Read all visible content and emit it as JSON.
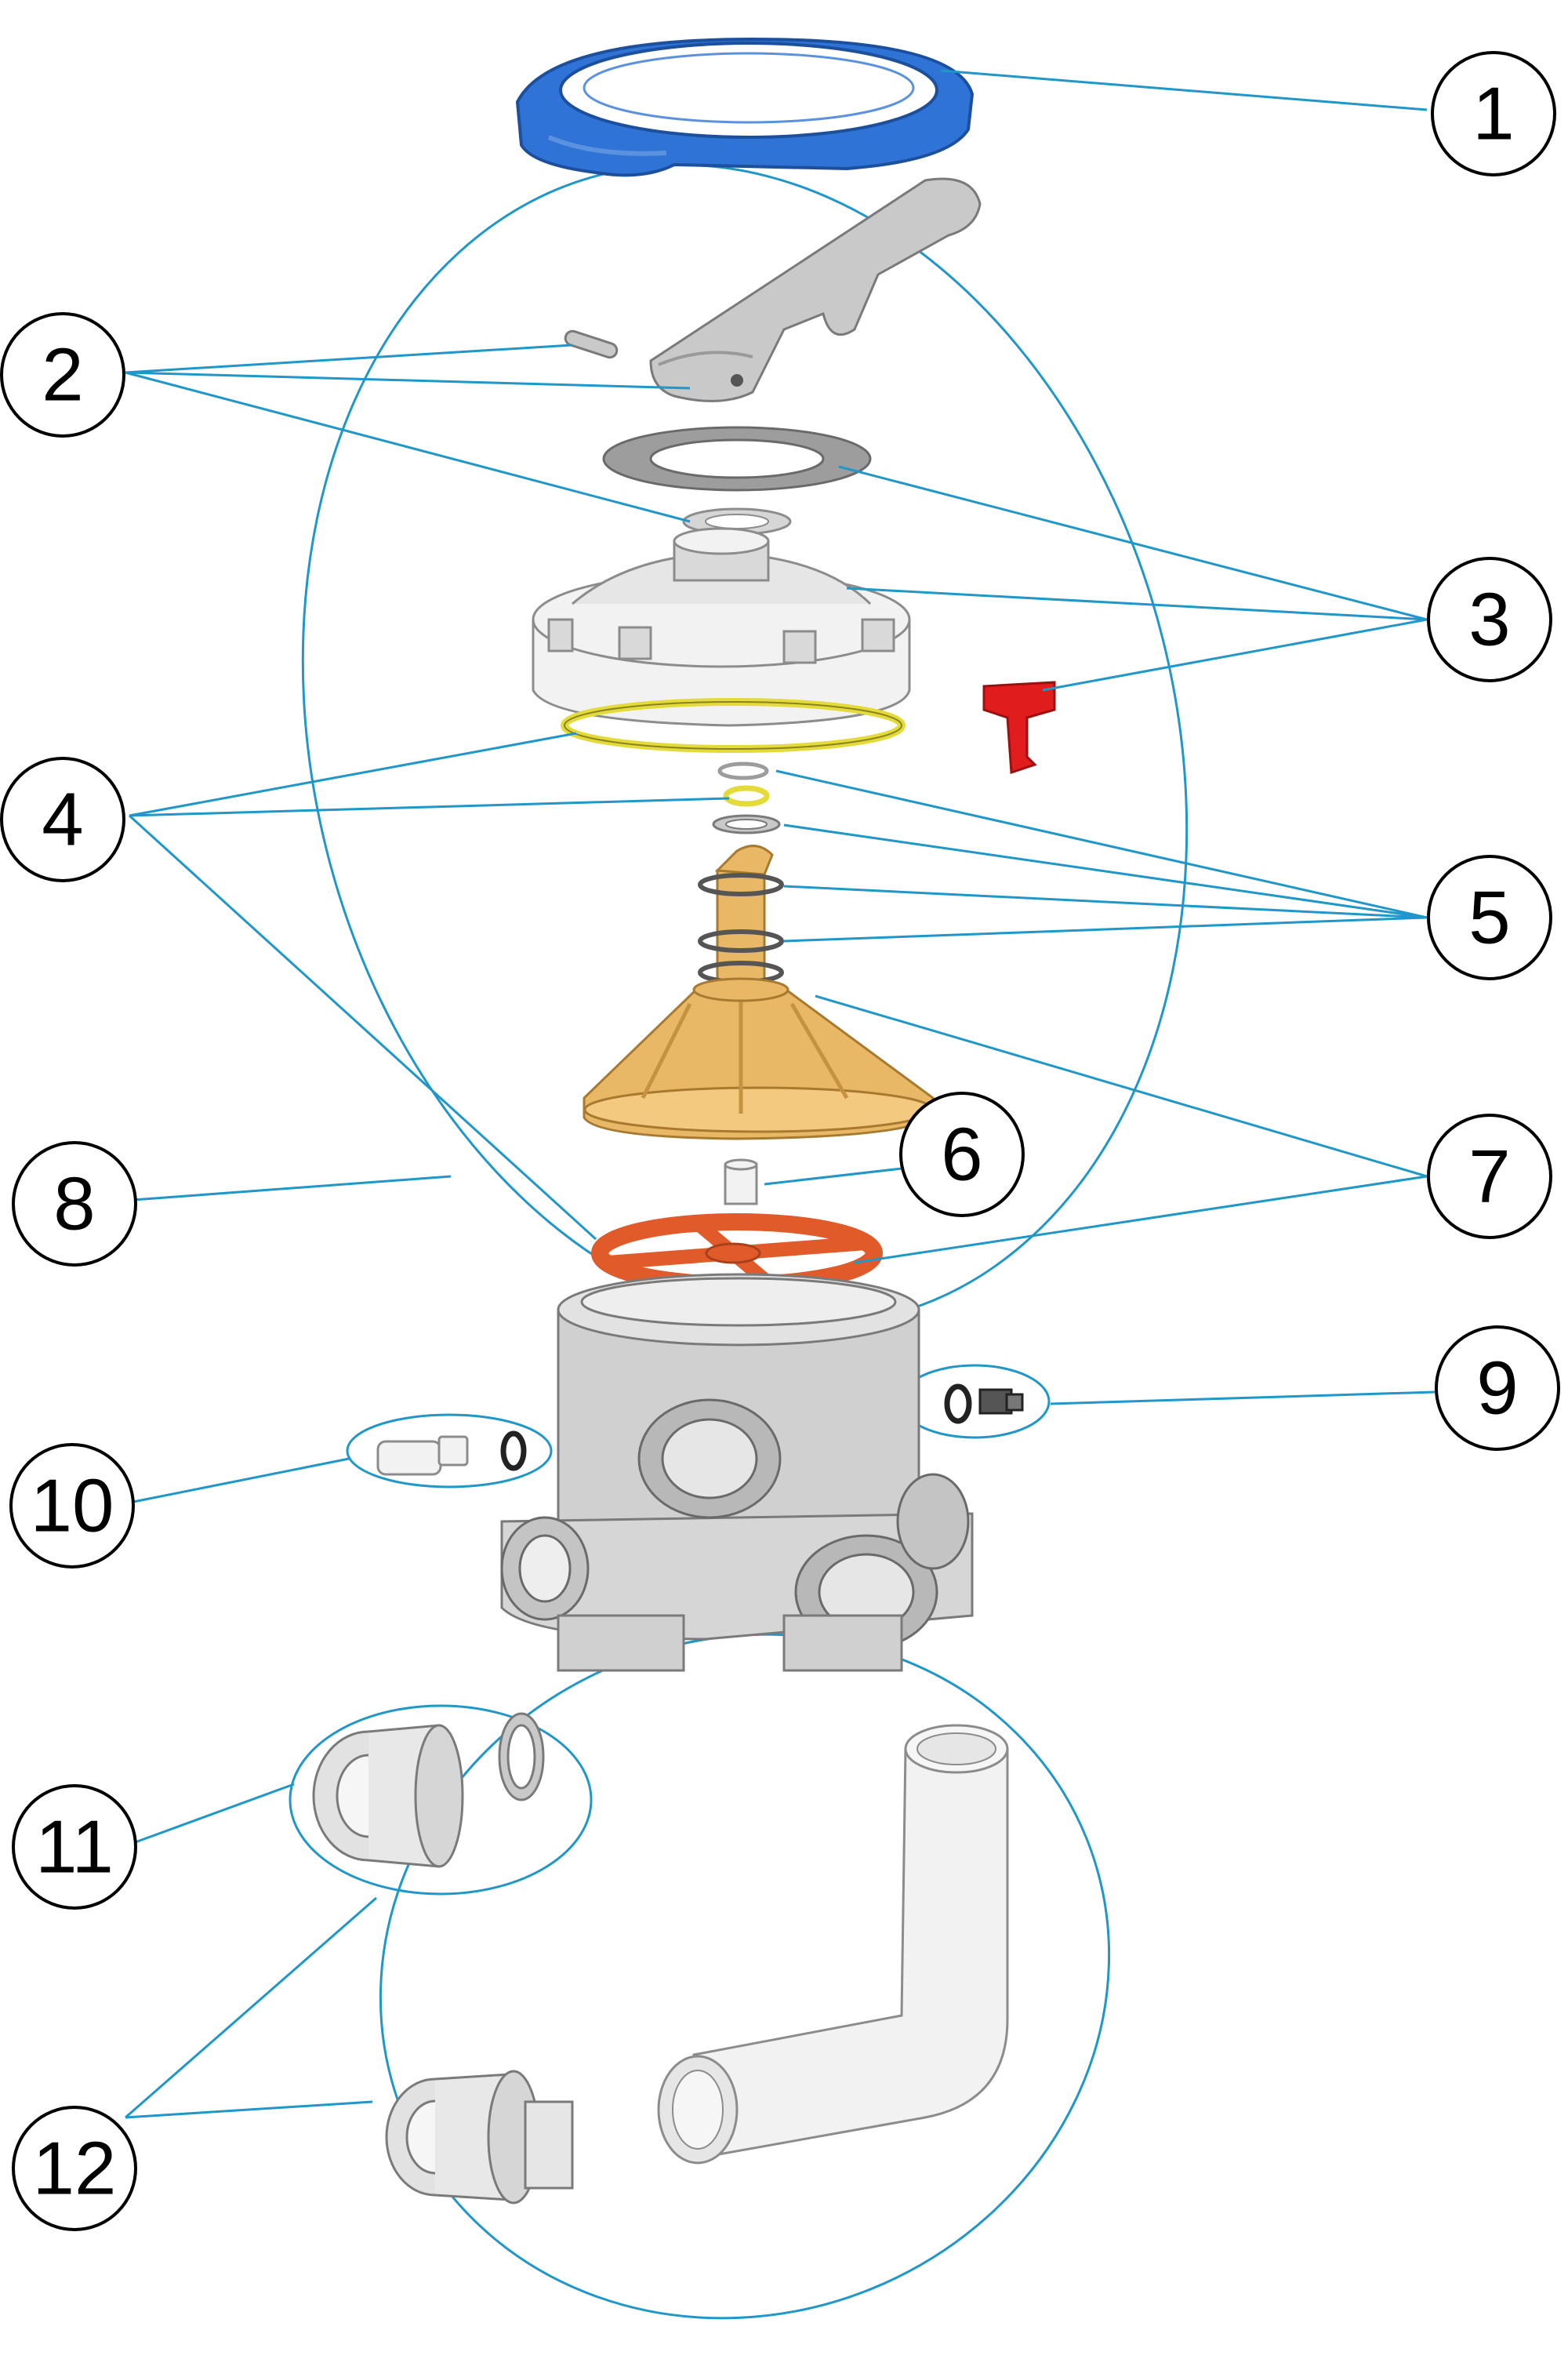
{
  "callouts": [
    {
      "id": 1,
      "label": "1",
      "part": "handle retaining ring"
    },
    {
      "id": 2,
      "label": "2",
      "part": "handle"
    },
    {
      "id": 3,
      "label": "3",
      "part": "valve cover"
    },
    {
      "id": 4,
      "label": "4",
      "part": "o-rings"
    },
    {
      "id": 5,
      "label": "5",
      "part": "shaft seals"
    },
    {
      "id": 6,
      "label": "6",
      "part": "spacer"
    },
    {
      "id": 7,
      "label": "7",
      "part": "rotor and gasket"
    },
    {
      "id": 8,
      "label": "8",
      "part": "valve assembly"
    },
    {
      "id": 9,
      "label": "9",
      "part": "drain plug"
    },
    {
      "id": 10,
      "label": "10",
      "part": "pressure gauge adapter"
    },
    {
      "id": 11,
      "label": "11",
      "part": "union fitting"
    },
    {
      "id": 12,
      "label": "12",
      "part": "connection kit"
    }
  ],
  "colors": {
    "leader": "#1f97c9",
    "ring_blue": "#2f73d6",
    "rotor_tan": "#e8b866",
    "gasket_orange": "#e05a2a",
    "oring_yellow": "#e4da3a",
    "key_red": "#e01c1c",
    "grey_part": "#c9c9c9",
    "white_part": "#f2f2f2"
  }
}
